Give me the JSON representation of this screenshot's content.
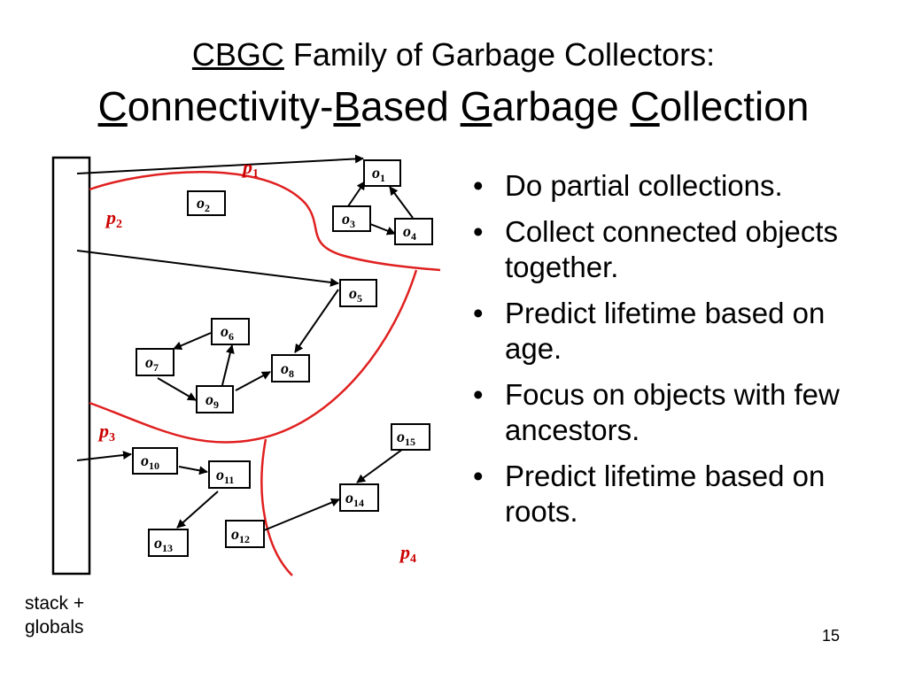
{
  "title": {
    "line1_cbgc": "CBGC",
    "line1_rest": " Family of Garbage Collectors:",
    "line2": [
      {
        "text": "C",
        "underline": true
      },
      {
        "text": "onnectivity-",
        "underline": false
      },
      {
        "text": "B",
        "underline": true
      },
      {
        "text": "ased ",
        "underline": false
      },
      {
        "text": "G",
        "underline": true
      },
      {
        "text": "arbage ",
        "underline": false
      },
      {
        "text": "C",
        "underline": true
      },
      {
        "text": "ollection",
        "underline": false
      }
    ]
  },
  "diagram": {
    "stack_label_line1": "stack +",
    "stack_label_line2": "globals",
    "objects": [
      {
        "id": "o1",
        "base": "o",
        "sub": "1"
      },
      {
        "id": "o2",
        "base": "o",
        "sub": "2"
      },
      {
        "id": "o3",
        "base": "o",
        "sub": "3"
      },
      {
        "id": "o4",
        "base": "o",
        "sub": "4"
      },
      {
        "id": "o5",
        "base": "o",
        "sub": "5"
      },
      {
        "id": "o6",
        "base": "o",
        "sub": "6"
      },
      {
        "id": "o7",
        "base": "o",
        "sub": "7"
      },
      {
        "id": "o8",
        "base": "o",
        "sub": "8"
      },
      {
        "id": "o9",
        "base": "o",
        "sub": "9"
      },
      {
        "id": "o10",
        "base": "o",
        "sub": "10"
      },
      {
        "id": "o11",
        "base": "o",
        "sub": "11"
      },
      {
        "id": "o12",
        "base": "o",
        "sub": "12"
      },
      {
        "id": "o13",
        "base": "o",
        "sub": "13"
      },
      {
        "id": "o14",
        "base": "o",
        "sub": "14"
      },
      {
        "id": "o15",
        "base": "o",
        "sub": "15"
      }
    ],
    "partitions": [
      {
        "id": "p1",
        "base": "p",
        "sub": "1"
      },
      {
        "id": "p2",
        "base": "p",
        "sub": "2"
      },
      {
        "id": "p3",
        "base": "p",
        "sub": "3"
      },
      {
        "id": "p4",
        "base": "p",
        "sub": "4"
      }
    ],
    "edges": [
      {
        "from": "stack",
        "to": "o1"
      },
      {
        "from": "o3",
        "to": "o1"
      },
      {
        "from": "o4",
        "to": "o1"
      },
      {
        "from": "o3",
        "to": "o4"
      },
      {
        "from": "stack",
        "to": "o5"
      },
      {
        "from": "o5",
        "to": "o8"
      },
      {
        "from": "o7",
        "to": "o9"
      },
      {
        "from": "o9",
        "to": "o6"
      },
      {
        "from": "o6",
        "to": "o7"
      },
      {
        "from": "o9",
        "to": "o8"
      },
      {
        "from": "stack",
        "to": "o10"
      },
      {
        "from": "o10",
        "to": "o11"
      },
      {
        "from": "o11",
        "to": "o13"
      },
      {
        "from": "o12",
        "to": "o14"
      },
      {
        "from": "o15",
        "to": "o14"
      }
    ],
    "colors": {
      "partition_boundary": "#e02020",
      "partition_label": "#cc0000"
    }
  },
  "bullets": [
    "Do partial collections.",
    "Collect connected objects together.",
    "Predict lifetime based on age.",
    "Focus on objects with few ancestors.",
    "Predict lifetime based on roots."
  ],
  "bullet_symbol": "•",
  "page_number": "15"
}
